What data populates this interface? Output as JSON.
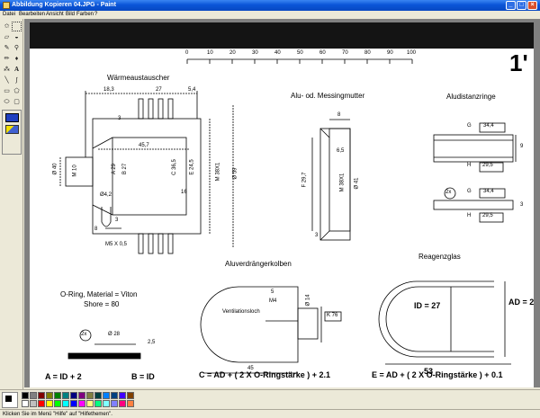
{
  "window": {
    "title": "Abbildung Kopieren 04.JPG - Paint"
  },
  "menu": [
    "Datei",
    "Bearbeiten",
    "Ansicht",
    "Bild",
    "Farben",
    "?"
  ],
  "status": "Klicken Sie im Menü \"Hilfe\" auf \"Hilfethemen\".",
  "tools": [
    "free-select",
    "rect-select",
    "eraser",
    "fill",
    "color-picker",
    "magnifier",
    "pencil",
    "brush",
    "airbrush",
    "text",
    "line",
    "curve",
    "rectangle",
    "polygon",
    "ellipse",
    "rounded-rectangle"
  ],
  "palette": [
    "#000000",
    "#808080",
    "#800000",
    "#808000",
    "#008000",
    "#008080",
    "#000080",
    "#800080",
    "#808040",
    "#004040",
    "#0080ff",
    "#004080",
    "#4000ff",
    "#804000",
    "#ffffff",
    "#c0c0c0",
    "#ff0000",
    "#ffff00",
    "#00ff00",
    "#00ffff",
    "#0000ff",
    "#ff00ff",
    "#ffff80",
    "#00ff80",
    "#80ffff",
    "#8080ff",
    "#ff0080",
    "#ff8040"
  ],
  "drawing": {
    "page_number": "1'",
    "ruler_ticks": [
      "0",
      "10",
      "20",
      "30",
      "40",
      "50",
      "60",
      "70",
      "80",
      "90",
      "100"
    ],
    "waermetauscher": {
      "title": "Wärmeaustauscher",
      "d1": "18,3",
      "d2": "27",
      "d3": "5,4",
      "d4": "3",
      "d5": "45,7",
      "d6": "Ø 40",
      "d7": "M 10",
      "d8": "A 29",
      "d9": "B 27",
      "d10": "C 36,5",
      "d11": "E 24,5",
      "d12": "M 38X1",
      "d13": "Ø 59",
      "d14": "Ø4,2",
      "d15": "16",
      "d16": "3",
      "d17": "8",
      "d18": "M5 X 0,5"
    },
    "mutter": {
      "title": "Alu- od. Messingmutter",
      "d1": "8",
      "d2": "6,5",
      "d3": "F 29,7",
      "d4": "M 38X1",
      "d5": "Ø 41",
      "d6": "3"
    },
    "ringe": {
      "title": "Aludistanzringe",
      "g": "G",
      "g_val": "34,4",
      "h": "H",
      "h_val": "29,5",
      "nine": "9",
      "g2": "G",
      "g2_val": "34,4",
      "h2": "H",
      "h2_val": "29,5",
      "three": "3",
      "ring": "2x"
    },
    "kolben": {
      "title": "Aluverdrängerkolben",
      "d1": "5",
      "d2": "M4",
      "d3": "Ø 14",
      "d4": "K 76",
      "vent": "Ventilationsloch",
      "d5": "45"
    },
    "oring": {
      "title1": "O-Ring, Material = Viton",
      "title2": "Shore = 80",
      "ring": "2x",
      "dia": "Ø 28",
      "thk": "2,5"
    },
    "glas": {
      "title": "Reagenzglas",
      "id": "ID = 27",
      "ad": "AD = 2",
      "w": "53"
    },
    "formulas": {
      "a": "A = ID + 2",
      "b": "B = ID",
      "c": "C = AD + ( 2 X O-Ringstärke ) + 2.1",
      "e": "E = AD + ( 2 X O-Ringstärke ) + 0.1"
    }
  }
}
